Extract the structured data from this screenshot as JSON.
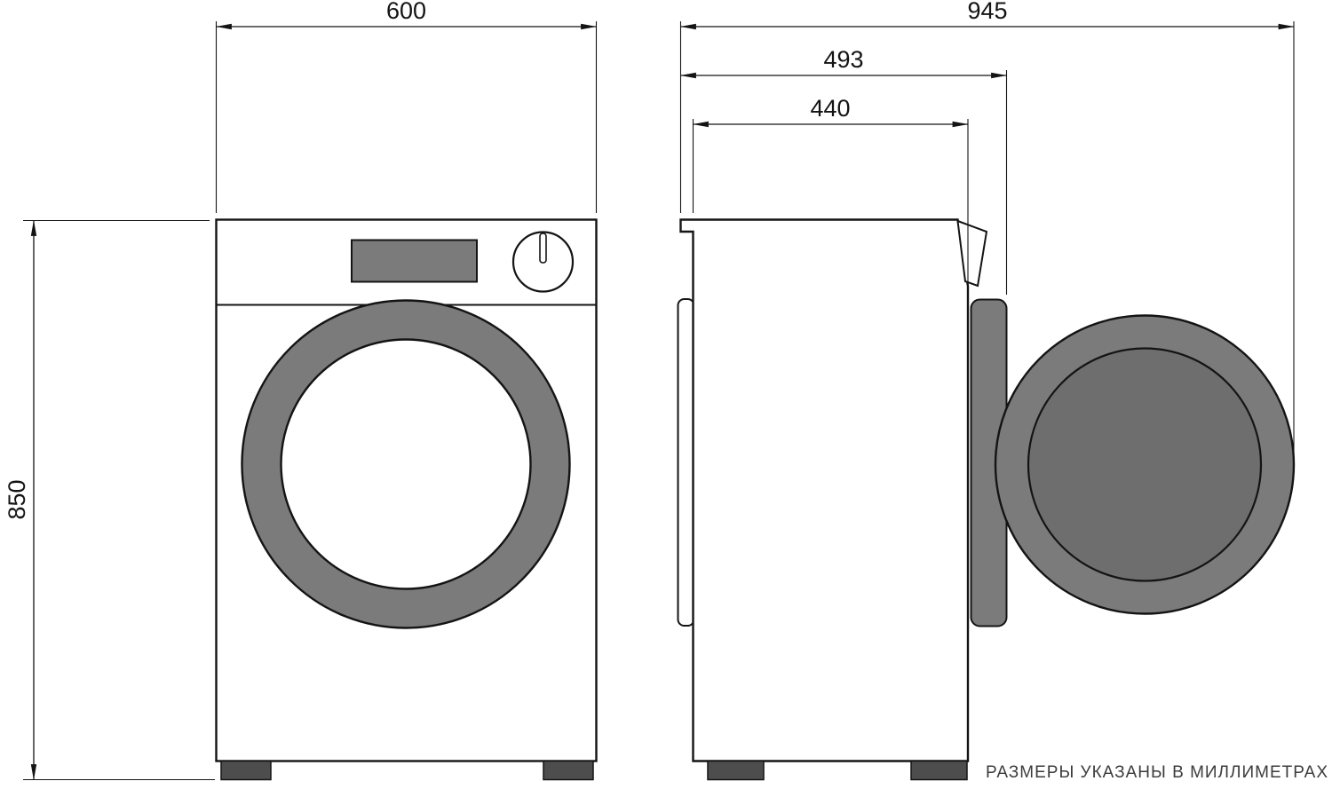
{
  "note": "РАЗМЕРЫ УКАЗАНЫ В МИЛЛИМЕТРАХ",
  "front_view": {
    "width_label": "600",
    "height_label": "850"
  },
  "side_view": {
    "depth_total_label": "945",
    "depth_door_label": "493",
    "depth_body_label": "440"
  },
  "colors": {
    "outline": "#141414",
    "dark_fill": "#7b7b7b",
    "door_inner_fill": "#6e6e6e",
    "foot_fill": "#4d4d4d",
    "note_color": "#3c3c3c",
    "background": "#ffffff"
  }
}
